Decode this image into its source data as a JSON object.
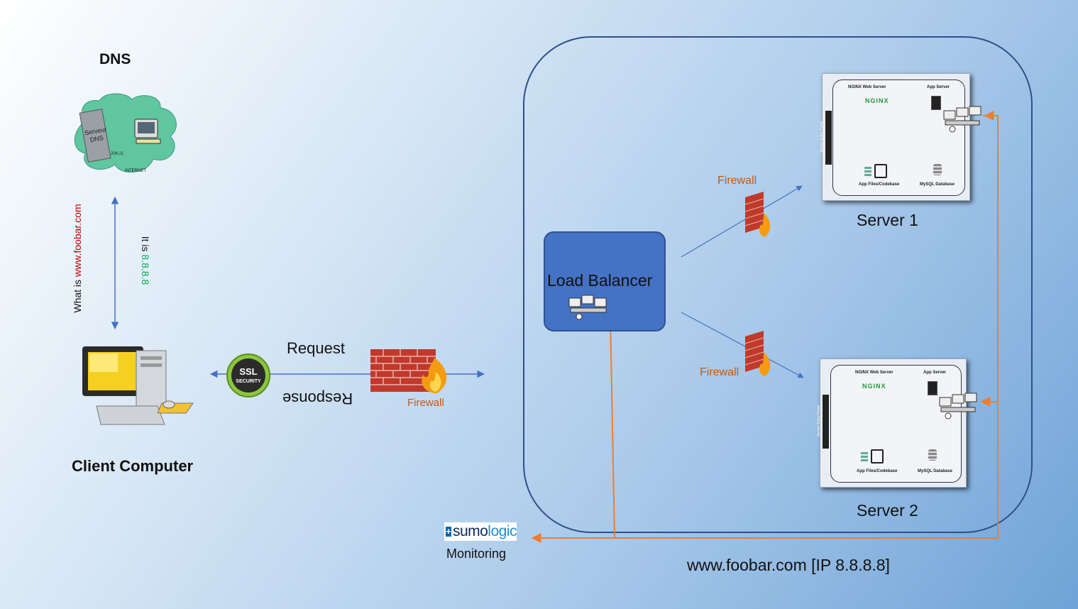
{
  "dns": {
    "title": "DNS",
    "cloud_text": [
      "Serveur",
      "DNS",
      "INTERNET",
      "204.21"
    ]
  },
  "client": {
    "title": "Client Computer"
  },
  "dns_query": {
    "prefix": "What is ",
    "domain": "www.foobar.com"
  },
  "dns_answer": {
    "prefix": "It is ",
    "ip": "8.8.8.8"
  },
  "ssl": {
    "line1": "SSL",
    "line2": "SECURITY"
  },
  "request_label": "Request",
  "response_label": "Response",
  "firewall_label": "Firewall",
  "load_balancer": {
    "label": "Load Balancer"
  },
  "servers": [
    {
      "caption": "Server 1",
      "web": "NGINX Web Server",
      "app": "App Server",
      "nginx": "NGINX",
      "files": "App Files/Codebase",
      "db": "MySQL Database",
      "entry": "Server Entry Point"
    },
    {
      "caption": "Server 2",
      "web": "NGINX Web Server",
      "app": "App Server",
      "nginx": "NGINX",
      "files": "App Files/Codebase",
      "db": "MySQL Database",
      "entry": "Server Entry Point"
    }
  ],
  "monitoring": {
    "brand_a": "sumo",
    "brand_b": "logic",
    "label": "Monitoring"
  },
  "domain_label": "www.foobar.com [IP 8.8.8.8]",
  "colors": {
    "arrow_blue": "#4472c4",
    "arrow_orange": "#ed7d31",
    "firewall_text": "#c55a11",
    "domain_red": "#c00000",
    "ip_green": "#00b050"
  }
}
